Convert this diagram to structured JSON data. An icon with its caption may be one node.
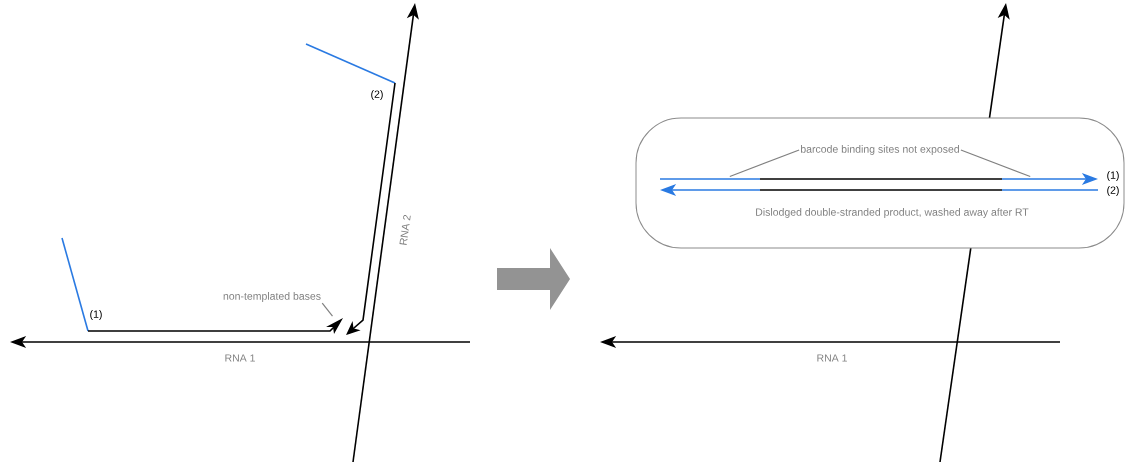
{
  "diagram": {
    "nodes": [
      {
        "text": [
          "non-templated bases"
        ]
      },
      {
        "text": [],
        "shape": "box"
      },
      {
        "text": [
          "barcode binding sites not exposed"
        ],
        "in": 1
      },
      {
        "text": [
          "Dislodged double-stranded product, washed away after RT"
        ],
        "in": 1
      },
      {
        "text": [],
        "shape": "arrowhead"
      },
      {
        "text": [],
        "shape": "bar",
        "in": 1
      },
      {
        "text": [],
        "shape": "bar",
        "in": 1
      }
    ],
    "edges": [
      {
        "from": 0,
        "to": 4,
        "arrow": "none"
      },
      {
        "from": 2,
        "to": 5,
        "arrow": "none"
      },
      {
        "from": 2,
        "to": 6,
        "arrow": "none"
      }
    ],
    "labels": [
      "(2)",
      "RNA 2",
      "(1)",
      "RNA 1",
      "(1)",
      "(2)",
      "RNA 1"
    ]
  }
}
